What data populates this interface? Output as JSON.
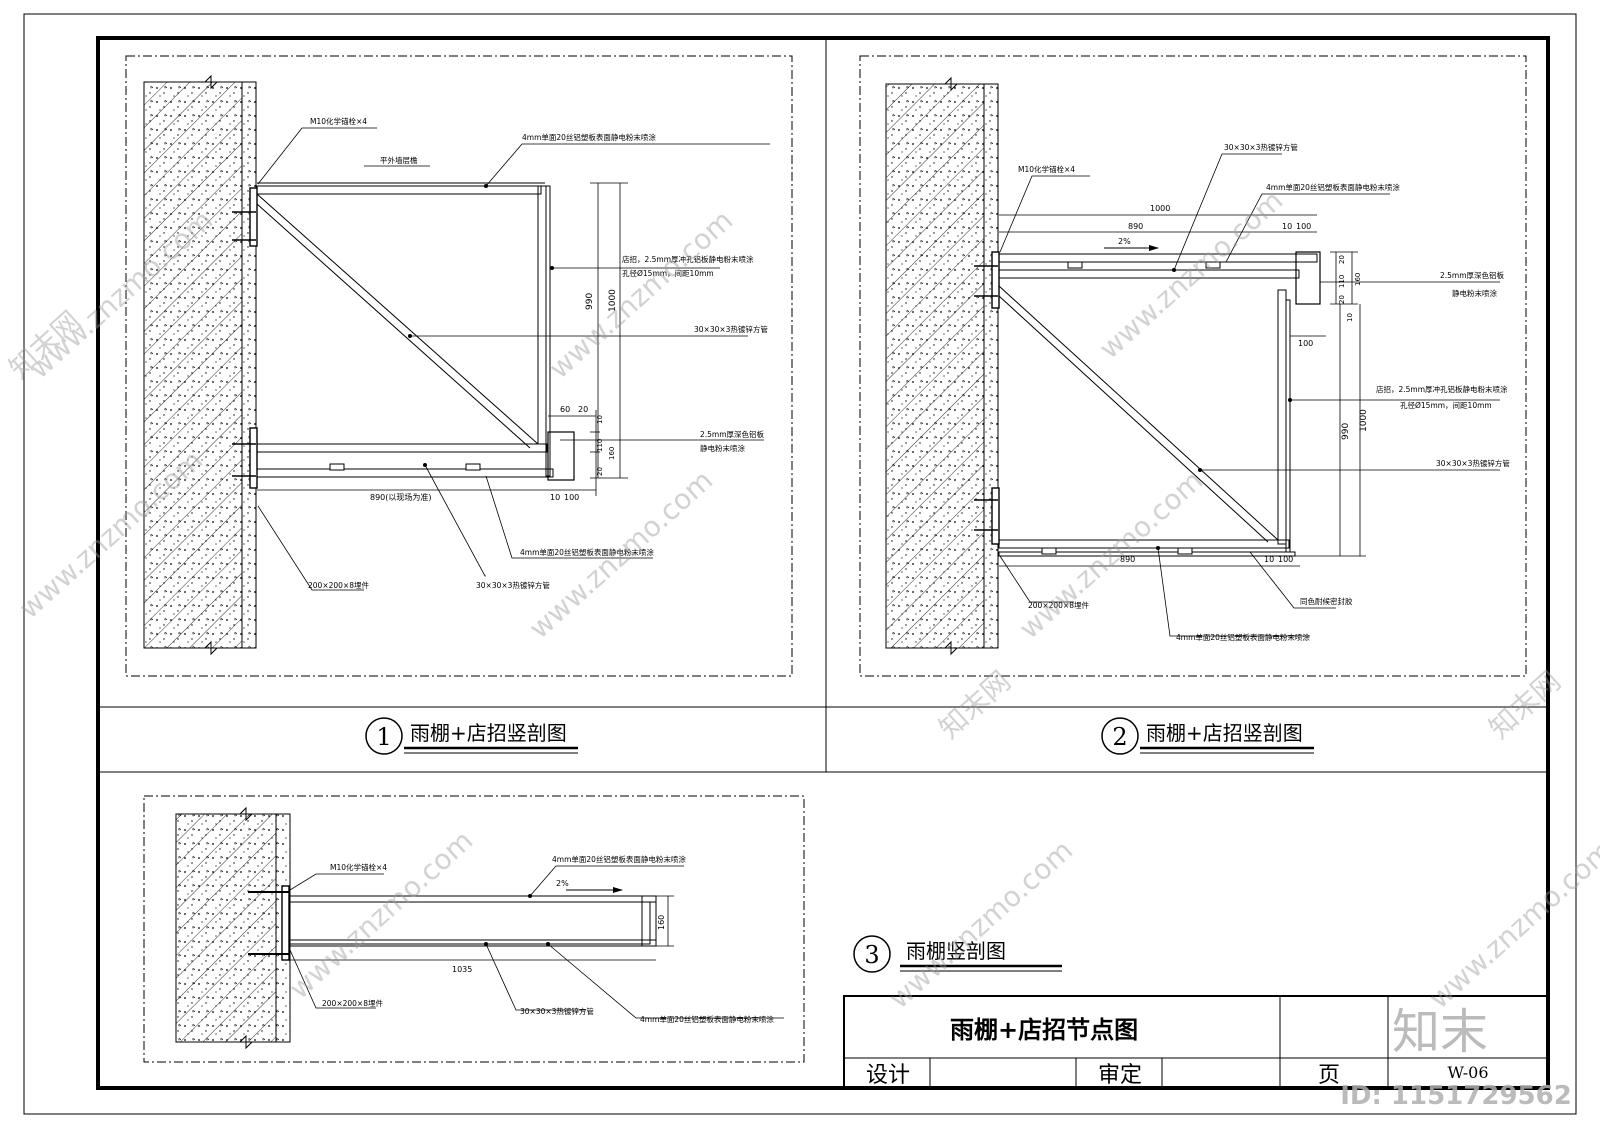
{
  "drawing1": {
    "num": "1",
    "title": "雨棚+店招竖剖图",
    "labels": {
      "anchor": "M10化学锚栓×4",
      "top_panel": "4mm单面20丝铝塑板表面静电粉末喷涂",
      "flush": "平外墙层檐",
      "sign": "店招，2.5mm厚冲孔铝板静电粉末喷涂",
      "hole": "孔径Ø15mm，间距10mm",
      "tube_diag": "30×30×3热镀锌方管",
      "plate": "2.5mm厚深色铝板",
      "plate2": "静电粉末喷涂",
      "bottom_panel": "4mm单面20丝铝塑板表面静电粉末喷涂",
      "tube_bottom": "30×30×3热镀锌方管",
      "embed": "200×200×8埋件"
    },
    "dims": {
      "h990": "990",
      "h1000": "1000",
      "d60": "60",
      "d20": "20",
      "d10": "10",
      "d110": "110",
      "d160": "160",
      "d20b": "20",
      "w890": "890(以现场为准)",
      "w10": "10",
      "w100": "100"
    }
  },
  "drawing2": {
    "num": "2",
    "title": "雨棚+店招竖剖图",
    "labels": {
      "anchor": "M10化学锚栓×4",
      "tube_top": "30×30×3热镀锌方管",
      "top_panel": "4mm单面20丝铝塑板表面静电粉末喷涂",
      "slope": "2%",
      "plate": "2.5mm厚深色铝板",
      "plate2": "静电粉末喷涂",
      "sign": "店招，2.5mm厚冲孔铝板静电粉末喷涂",
      "hole": "孔径Ø15mm，间距10mm",
      "tube_diag": "30×30×3热镀锌方管",
      "sealant": "同色耐候密封胶",
      "embed": "200×200×8埋件",
      "bottom_panel": "4mm单面20丝铝塑板表面静电粉末喷涂"
    },
    "dims": {
      "w1000": "1000",
      "w890": "890",
      "w10": "10",
      "w100": "100",
      "h20": "20",
      "h110": "110",
      "h160": "160",
      "h20b": "20",
      "h10": "10",
      "d100": "100",
      "h990": "990",
      "h1000v": "1000",
      "b890": "890",
      "b10": "10",
      "b100": "100"
    }
  },
  "drawing3": {
    "num": "3",
    "title": "雨棚竖剖图",
    "labels": {
      "anchor": "M10化学锚栓×4",
      "top_panel": "4mm单面20丝铝塑板表面静电粉末喷涂",
      "slope": "2%",
      "embed": "200×200×8埋件",
      "tube": "30×30×3热镀锌方管",
      "bottom_panel": "4mm单面20丝铝塑板表面静电粉末喷涂"
    },
    "dims": {
      "w1035": "1035",
      "h160": "160"
    }
  },
  "titleblock": {
    "title": "雨棚+店招节点图",
    "design": "设计",
    "review": "审定",
    "page": "页",
    "sheet_no": "W-06"
  },
  "watermark": {
    "brand": "知末",
    "id": "ID: 1151729562",
    "site": "www.znzmo.com",
    "site_cn": "知末网"
  }
}
